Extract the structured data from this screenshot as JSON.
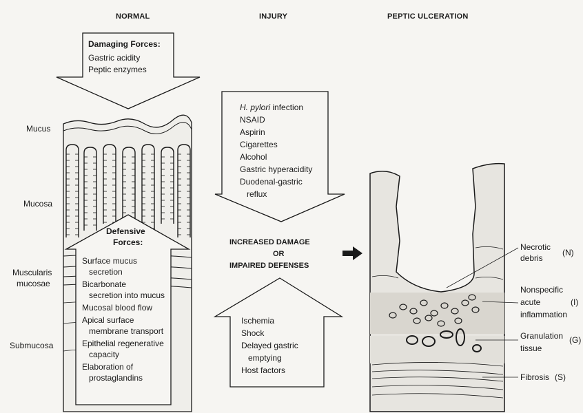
{
  "headers": {
    "normal": "NORMAL",
    "injury": "INJURY",
    "ulceration": "PEPTIC ULCERATION"
  },
  "damaging": {
    "title": "Damaging Forces:",
    "items": [
      "Gastric acidity",
      "Peptic enzymes"
    ]
  },
  "layers": {
    "mucus": "Mucus",
    "mucosa": "Mucosa",
    "muscularis_1": "Muscularis",
    "muscularis_2": "mucosae",
    "submucosa": "Submucosa"
  },
  "defensive": {
    "title_1": "Defensive",
    "title_2": "Forces:",
    "items": [
      "Surface mucus",
      "   secretion",
      "Bicarbonate",
      "   secretion into mucus",
      "Mucosal blood flow",
      "Apical surface",
      "   membrane transport",
      "Epithelial regenerative",
      "   capacity",
      "Elaboration of",
      "   prostaglandins"
    ]
  },
  "injury_down": {
    "hpylori_italic": "H. pylori",
    "hpylori_rest": " infection",
    "items": [
      "NSAID",
      "Aspirin",
      "Cigarettes",
      "Alcohol",
      "Gastric hyperacidity",
      "Duodenal-gastric",
      "   reflux"
    ]
  },
  "center": {
    "line1": "INCREASED DAMAGE",
    "line2": "OR",
    "line3": "IMPAIRED DEFENSES"
  },
  "injury_up": {
    "items": [
      "Ischemia",
      "Shock",
      "Delayed gastric",
      "   emptying",
      "Host factors"
    ]
  },
  "ulcer_labels": {
    "necrotic_1": "Necrotic",
    "necrotic_2": "debris",
    "necrotic_code": "(N)",
    "nonspecific_1": "Nonspecific",
    "nonspecific_2": "acute",
    "nonspecific_3": "inflammation",
    "nonspecific_code": "(I)",
    "granulation_1": "Granulation",
    "granulation_2": "tissue",
    "granulation_code": "(G)",
    "fibrosis": "Fibrosis",
    "fibrosis_code": "(S)"
  }
}
